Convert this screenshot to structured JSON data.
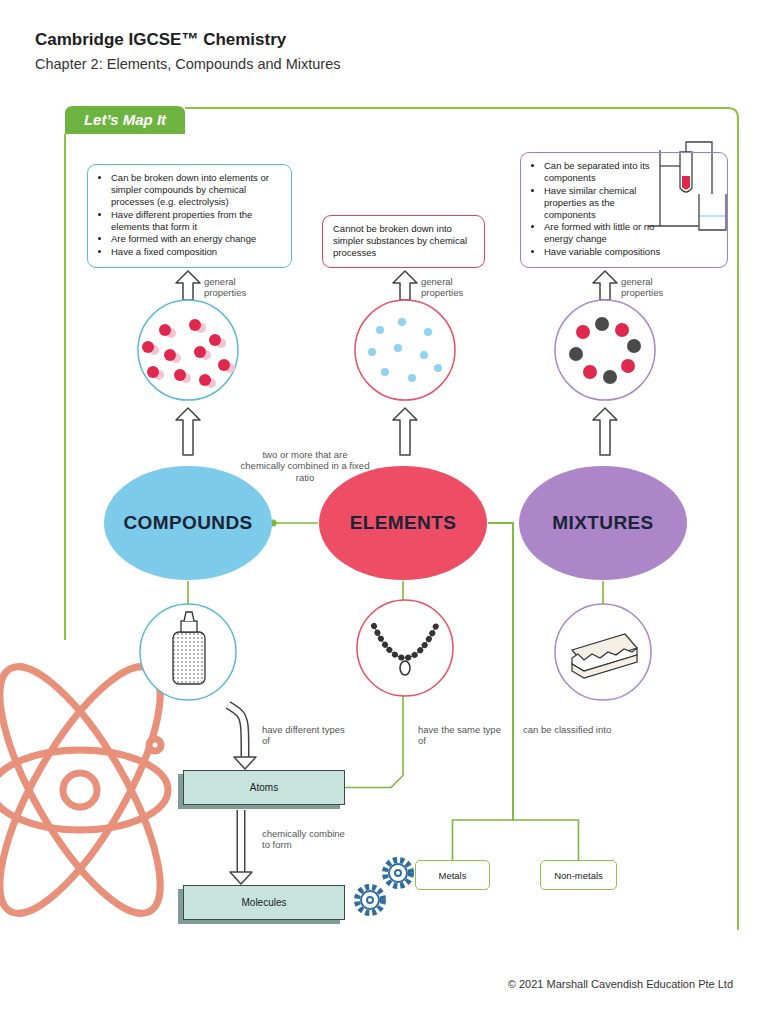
{
  "diagram": {
    "title": "Cambridge IGCSE™ Chemistry",
    "caption": "© 2021 Marshall Cavendish Education Pte Ltd",
    "nodes": [
      {
        "text": [
          "Can be broken down into elements or simpler compounds by chemical processes (e.g. electrolysis)",
          "Have different properties from the elements that form it",
          "Are formed with an energy change",
          "Have a fixed composition"
        ]
      },
      {
        "text": [
          "Cannot be broken down into simpler substances by chemical processes"
        ]
      },
      {
        "text": [
          "Can be separated into its components",
          "Have similar chemical properties as the components",
          "Are formed with little or no energy change",
          "Have variable compositions"
        ]
      },
      {
        "text": [
          "COMPOUNDS"
        ]
      },
      {
        "text": [
          "ELEMENTS"
        ]
      },
      {
        "text": [
          "MIXTURES"
        ]
      },
      {
        "text": [
          "Atoms"
        ]
      },
      {
        "text": [
          "Metals"
        ]
      },
      {
        "text": [
          "Non-metals"
        ]
      },
      {
        "text": [
          "Molecules"
        ]
      }
    ],
    "edges": [
      {
        "from": 4,
        "to": 3,
        "arrow": "none",
        "label": "two or more that are chemically combined in a fixed ratio"
      },
      {
        "from": 3,
        "to": 6,
        "arrow": "to",
        "label": "have different types of"
      },
      {
        "from": 4,
        "to": 6,
        "arrow": "none",
        "label": "have the same type of"
      },
      {
        "from": 4,
        "to": 7,
        "arrow": "none",
        "label": "can be classified into"
      },
      {
        "from": 4,
        "to": 8,
        "arrow": "none"
      },
      {
        "from": 6,
        "to": 9,
        "arrow": "to",
        "label": "chemically combine to form"
      }
    ],
    "labels": [
      "Chapter 2: Elements, Compounds and Mixtures",
      "Let’s Map It",
      "general properties",
      "general properties",
      "general properties"
    ]
  }
}
